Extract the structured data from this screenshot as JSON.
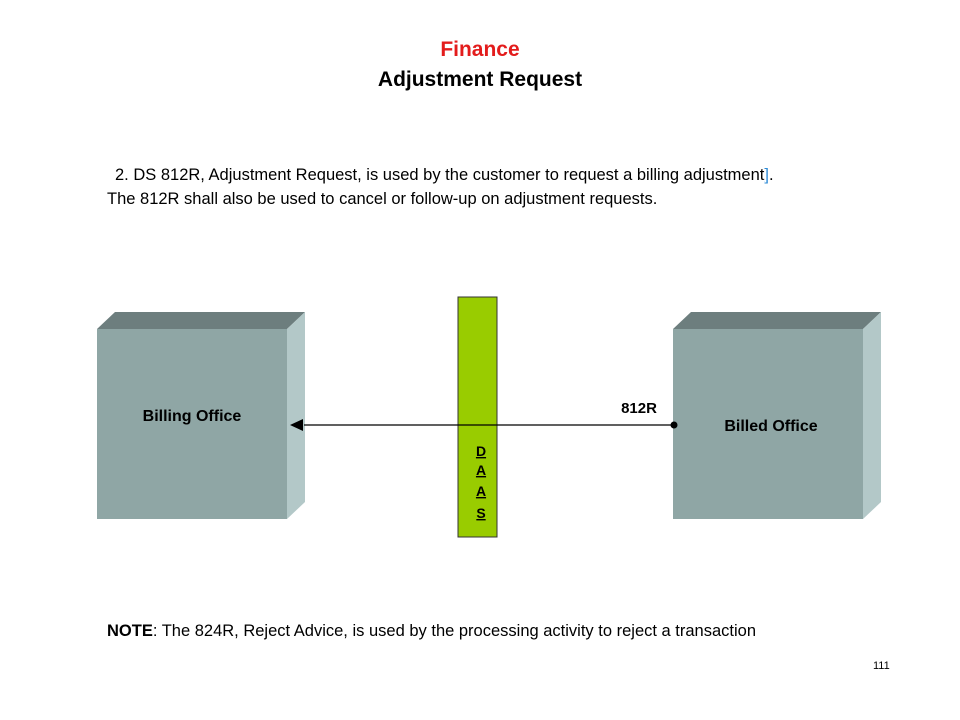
{
  "slide": {
    "title_primary": "Finance",
    "title_secondary": "Adjustment Request",
    "paragraph_line1_main": "2. DS 812R, Adjustment Request, is used by the customer to request a billing adjustment",
    "paragraph_line1_bracket": "]",
    "paragraph_line1_end": ".",
    "paragraph_line2": "The 812R shall also be used to cancel or follow-up on adjustment requests.",
    "note_label": "NOTE",
    "note_text": ": The 824R, Reject Advice, is used by the processing activity to reject a transaction",
    "page_number": "111"
  },
  "diagram": {
    "left_box_label": "Billing Office",
    "right_box_label": "Billed Office",
    "arrow_label": "812R",
    "daas_letters": [
      "D",
      "A",
      "A",
      "S"
    ]
  },
  "colors": {
    "title_accent": "#e31c1c",
    "box_front": "#8fa6a5",
    "box_top": "#6d7e7e",
    "box_side": "#b3c8c8",
    "daas_fill": "#99cc00",
    "bracket": "#2e8bd6"
  }
}
